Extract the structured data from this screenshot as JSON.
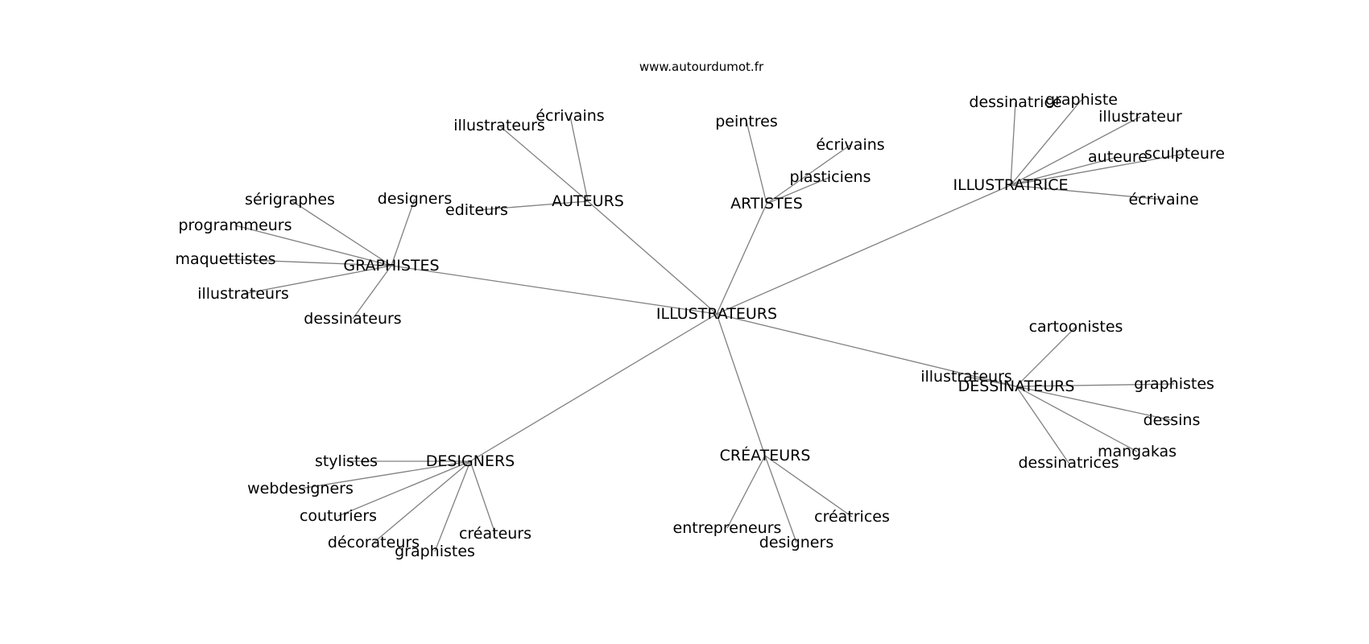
{
  "source": "www.autourdumot.fr",
  "edge_color": "#808080",
  "graph": {
    "center": "ILLUSTRATEURS",
    "groups": [
      {
        "hub": "GRAPHISTES",
        "leaves": [
          "designers",
          "sérigraphes",
          "programmeurs",
          "maquettistes",
          "illustrateurs",
          "dessinateurs"
        ]
      },
      {
        "hub": "AUTEURS",
        "leaves": [
          "illustrateurs",
          "écrivains",
          "editeurs"
        ]
      },
      {
        "hub": "ARTISTES",
        "leaves": [
          "peintres",
          "écrivains",
          "plasticiens"
        ]
      },
      {
        "hub": "ILLUSTRATRICE",
        "leaves": [
          "dessinatrice",
          "graphiste",
          "illustrateur",
          "auteure",
          "sculpteure",
          "écrivaine"
        ]
      },
      {
        "hub": "DESSINATEURS",
        "leaves": [
          "cartoonistes",
          "illustrateurs",
          "graphistes",
          "dessins",
          "mangakas",
          "dessinatrices"
        ]
      },
      {
        "hub": "CRÉATEURS",
        "leaves": [
          "entrepreneurs",
          "designers",
          "créatrices"
        ]
      },
      {
        "hub": "DESIGNERS",
        "leaves": [
          "stylistes",
          "webdesigners",
          "couturiers",
          "décorateurs",
          "graphistes",
          "créateurs"
        ]
      }
    ]
  }
}
